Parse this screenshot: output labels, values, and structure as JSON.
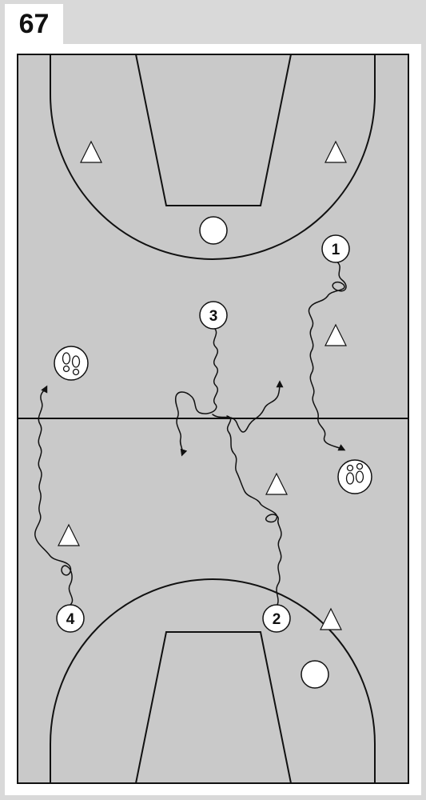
{
  "header": {
    "drill_number": "67"
  },
  "players": [
    {
      "label": "1"
    },
    {
      "label": "2"
    },
    {
      "label": "3"
    },
    {
      "label": "4"
    }
  ],
  "markers": {
    "cone": "cone-triangle",
    "ball": "ball-circle",
    "defender": "footprints-icon"
  },
  "colors": {
    "court": "#c9c9c9",
    "line": "#111111",
    "background": "#d9d9d9",
    "marker_fill": "#ffffff"
  }
}
